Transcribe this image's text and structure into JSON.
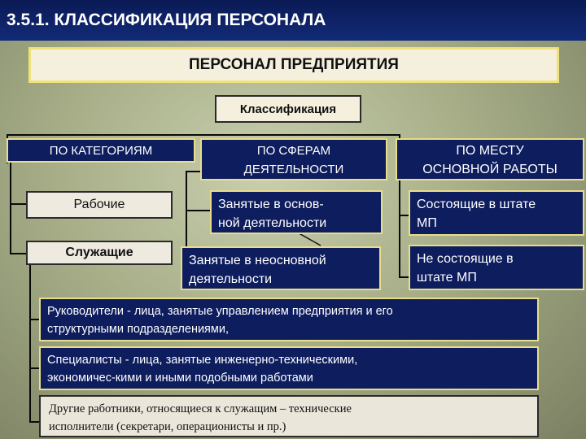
{
  "slide_title": "3.5.1. КЛАССИФИКАЦИЯ ПЕРСОНАЛА",
  "root": "ПЕРСОНАЛ ПРЕДПРИЯТИЯ",
  "classification": "Классификация",
  "columns": [
    {
      "label": "ПО КАТЕГОРИЯМ",
      "items": [
        "Рабочие",
        "Служащие"
      ]
    },
    {
      "label_lines": [
        "ПО СФЕРАМ",
        "ДЕЯТЕЛЬНОСТИ"
      ],
      "items": [
        [
          "Занятые в основ-",
          "ной деятельности"
        ],
        [
          "Занятые в неосновной",
          "деятельности"
        ]
      ]
    },
    {
      "label_lines": [
        "ПО МЕСТУ",
        "ОСНОВНОЙ РАБОТЫ"
      ],
      "items": [
        [
          "Состоящие в штате",
          "МП"
        ],
        [
          "Не состоящие в",
          "штате МП"
        ]
      ]
    }
  ],
  "employee_types": [
    [
      "Руководители - лица, занятые управлением предприятия и его",
      "структурными подразделениями,"
    ],
    [
      "Специалисты - лица, занятые инженерно-техническими,",
      "экономичес-кими и иными подобными работами"
    ],
    [
      "Другие работники, относящиеся к служащим – технические",
      "исполнители (секретари, операционисты и пр.)"
    ]
  ],
  "colors": {
    "dark_blue": "#0d1d5e",
    "title_blue": "#122a77",
    "gold_border": "#e9dc8a",
    "light_fill": "#f5f0de",
    "background": "#a7ae88"
  }
}
